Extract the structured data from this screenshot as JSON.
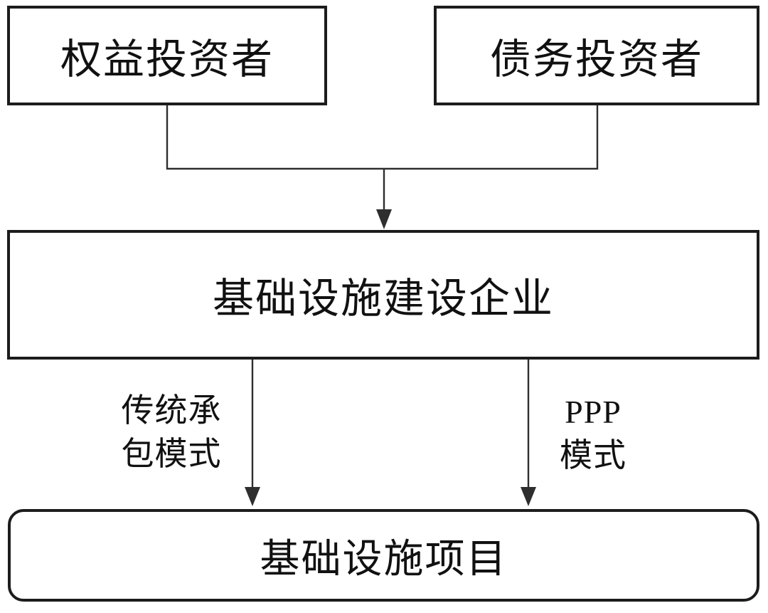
{
  "diagram": {
    "title_hint": "PPP financing structure flowchart",
    "colors": {
      "background": "#ffffff",
      "border_color": "#1c1c1c",
      "line_color": "#2e2e2e",
      "text_color": "#111111"
    },
    "nodes": {
      "equity_investor": {
        "label": "权益投资者"
      },
      "debt_investor": {
        "label": "债务投资者"
      },
      "enterprise": {
        "label": "基础设施建设企业"
      },
      "project": {
        "label": "基础设施项目"
      }
    },
    "edge_labels": {
      "traditional": {
        "line1": "传统承",
        "line2": "包模式"
      },
      "ppp": {
        "line1": "PPP",
        "line2": "模式"
      }
    }
  }
}
